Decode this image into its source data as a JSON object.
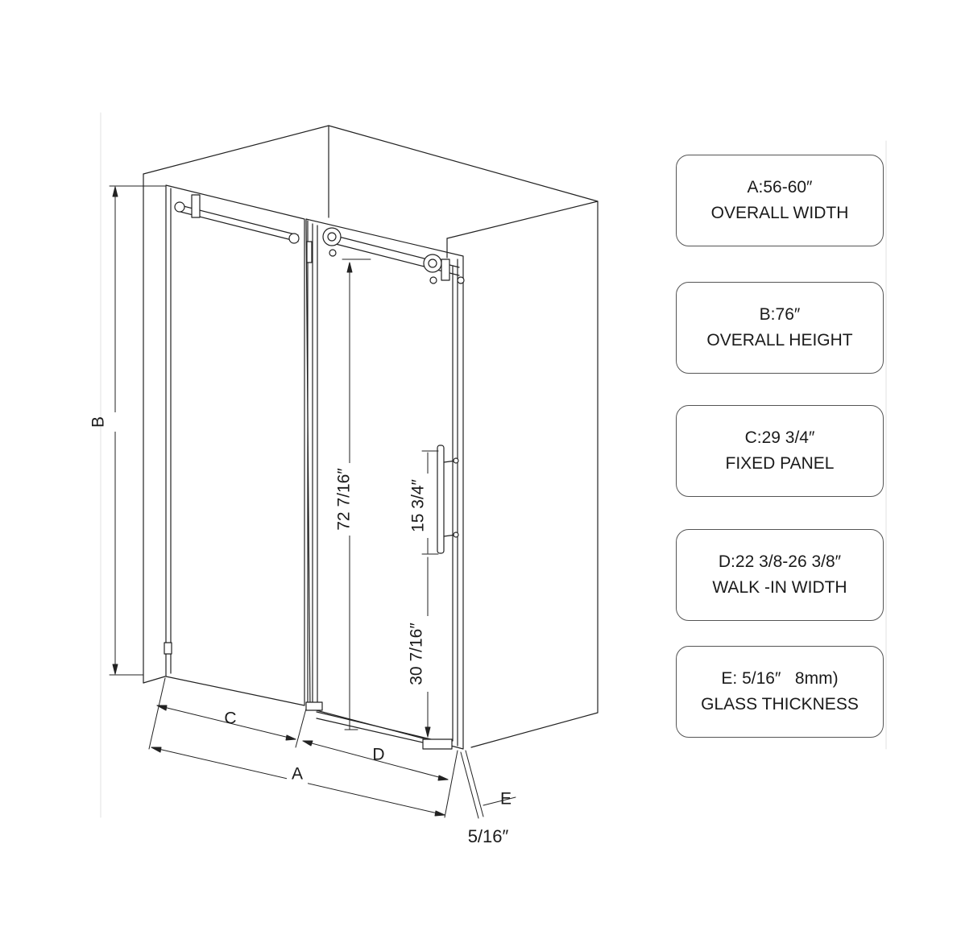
{
  "dimension_labels": {
    "A": "A",
    "B": "B",
    "C": "C",
    "D": "D",
    "E": "E",
    "door_height": "72 7/16″",
    "handle_length": "15 3/4″",
    "handle_height": "30 7/16″",
    "glass_gap": "5/16″"
  },
  "specs": [
    {
      "line1": "A:56-60″",
      "line2": "OVERALL WIDTH"
    },
    {
      "line1": "B:76″",
      "line2": "OVERALL HEIGHT"
    },
    {
      "line1": "C:29 3/4″",
      "line2": "FIXED PANEL"
    },
    {
      "line1": "D:22 3/8-26 3/8″",
      "line2": "WALK -IN WIDTH"
    },
    {
      "line1": "E: 5/16″   8mm)",
      "line2": "GLASS THICKNESS"
    }
  ]
}
